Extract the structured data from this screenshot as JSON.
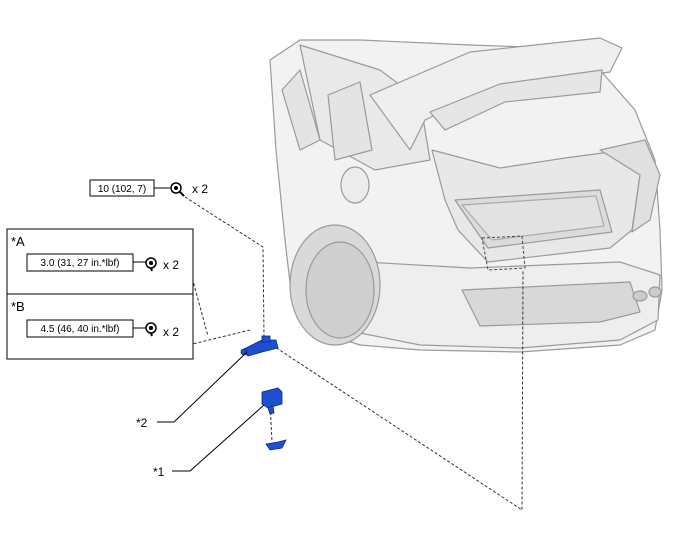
{
  "torques": {
    "top": {
      "value": "10 (102, 7)",
      "count": "x 2"
    },
    "a": {
      "tag": "*A",
      "value": "3.0 (31, 27 in.*lbf)",
      "count": "x 2"
    },
    "b": {
      "tag": "*B",
      "value": "4.5 (46, 40 in.*lbf)",
      "count": "x 2"
    }
  },
  "callouts": {
    "part2": "*2",
    "part1": "*1"
  },
  "colors": {
    "part_blue": "#1f4fd1",
    "car_fill": "#f1f1f1",
    "car_line": "#9a9a9a"
  }
}
